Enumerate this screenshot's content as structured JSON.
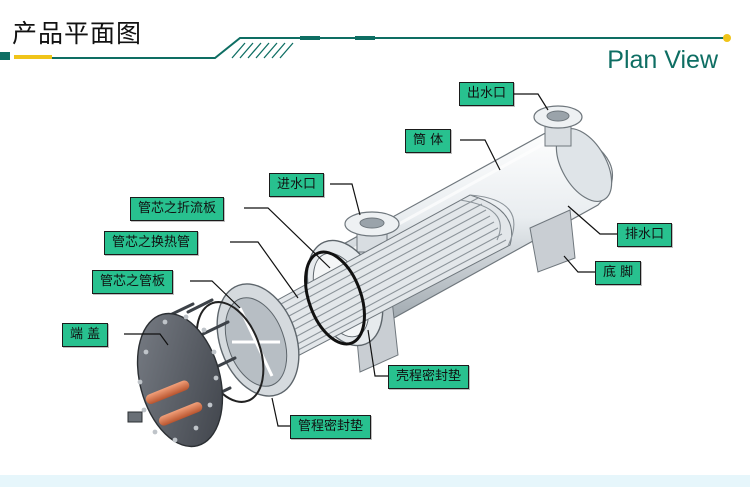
{
  "header": {
    "title_cn": "产品平面图",
    "title_en": "Plan View"
  },
  "labels": {
    "outlet": "出水口",
    "shell_body": "筒 体",
    "inlet": "进水口",
    "baffle": "管芯之折流板",
    "heat_tubes": "管芯之换热管",
    "tube_sheet": "管芯之管板",
    "end_cap": "端 盖",
    "drain": "排水口",
    "base": "底 脚",
    "shell_gasket": "壳程密封垫",
    "tube_gasket": "管程密封垫"
  },
  "colors": {
    "accent": "#0e6e63",
    "label_bg": "#28c18f",
    "yellow": "#f0c419"
  }
}
